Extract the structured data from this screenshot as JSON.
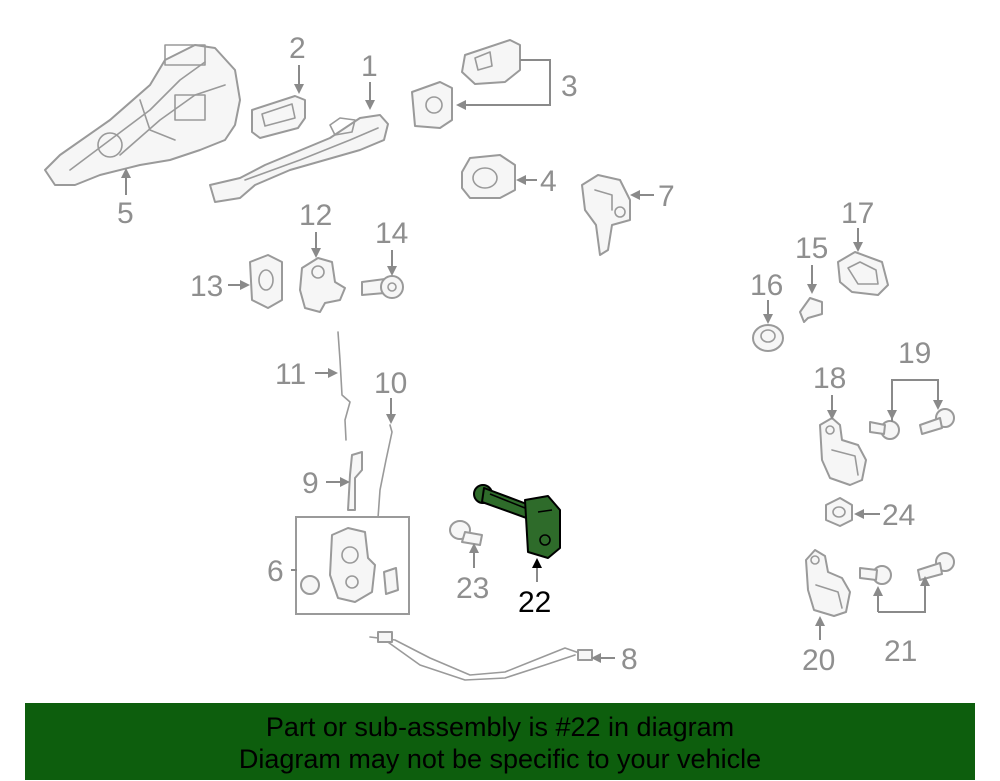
{
  "diagram": {
    "highlight_part": "22",
    "highlight_color": "#2e6b2a",
    "callouts": [
      "1",
      "2",
      "3",
      "4",
      "5",
      "6",
      "7",
      "8",
      "9",
      "10",
      "11",
      "12",
      "13",
      "14",
      "15",
      "16",
      "17",
      "18",
      "19",
      "20",
      "21",
      "22",
      "23",
      "24"
    ]
  },
  "banner": {
    "line1": "Part or sub-assembly is #22 in diagram",
    "line2": "Diagram may not be specific to your vehicle",
    "color": "#0d5e0d"
  }
}
